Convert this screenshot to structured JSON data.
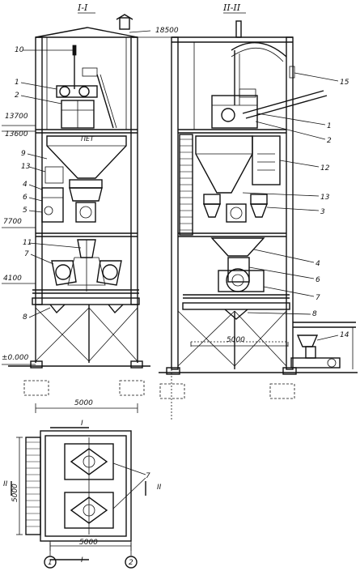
{
  "sections": {
    "section_1": "I-I",
    "section_2": "II-II"
  },
  "elevations": {
    "top": "18500",
    "e1": "13700",
    "e2": "13600",
    "e3": "7700",
    "e4": "4100",
    "ground": "±0.000"
  },
  "left_labels": [
    "10",
    "1",
    "2",
    "9",
    "13",
    "4",
    "6",
    "5",
    "11",
    "7",
    "8"
  ],
  "right_labels": [
    "15",
    "1",
    "2",
    "12",
    "13",
    "3",
    "4",
    "6",
    "7",
    "8",
    "14"
  ],
  "plan_labels": {
    "equipment": "7",
    "section_mark": "II",
    "cut_mark": "I"
  },
  "dimensions": {
    "left_width": "5000",
    "right_width": "5000",
    "plan_width": "5000",
    "plan_height": "5000"
  },
  "axes": [
    "1",
    "2"
  ]
}
